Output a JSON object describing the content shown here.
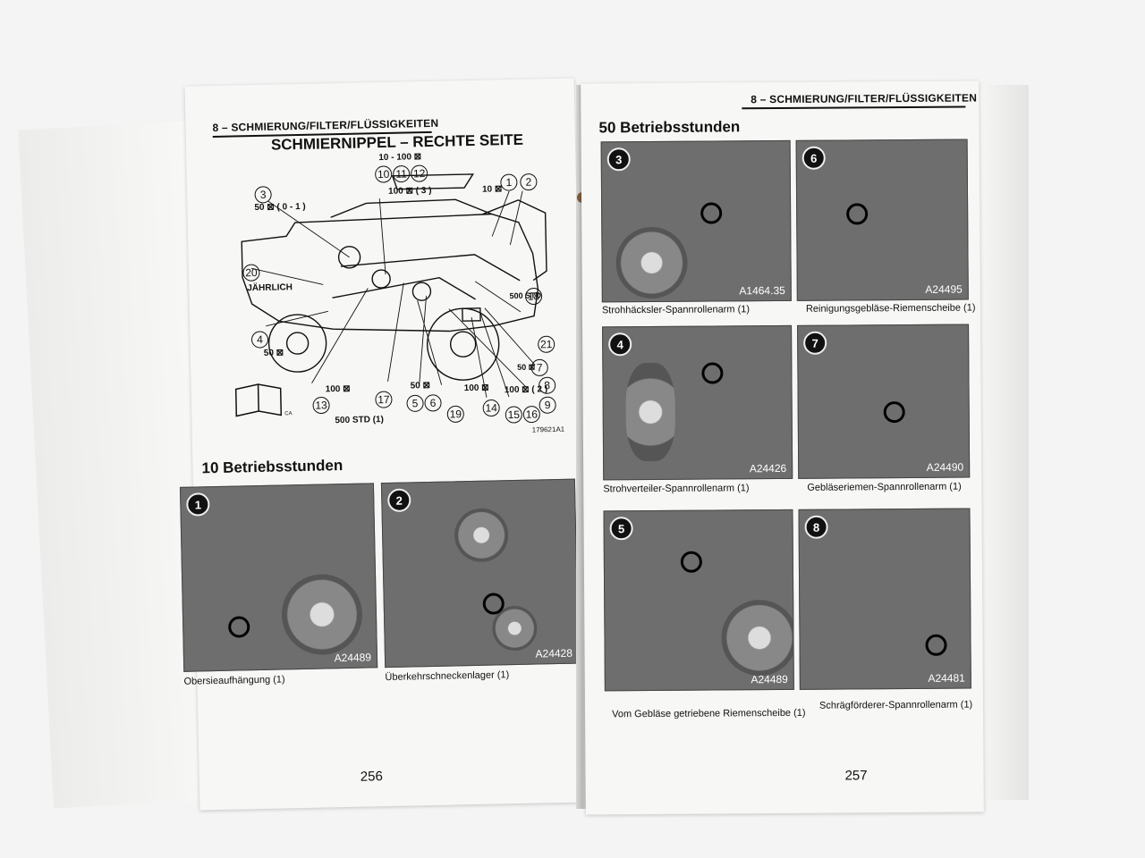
{
  "left_page": {
    "header": "8 – SCHMIERUNG/FILTER/FLÜSSIGKEITEN",
    "title": "SCHMIERNIPPEL – RECHTE SEITE",
    "diagram": {
      "labels": {
        "top_interval": "10 - 100 ⊠",
        "mid_interval": "100 ⊠ ( 3 )",
        "n10": "10",
        "n11": "11",
        "n12": "12",
        "right_10": "10 ⊠",
        "n1": "1",
        "n2": "2",
        "n3": "3",
        "n3_interval": "50 ⊠ ( 0 - 1 )",
        "n20": "20",
        "yearly": "JÄHRLICH",
        "std500_right": "500 STD",
        "n18": "18",
        "n4": "4",
        "n4_interval": "50 ⊠",
        "n21": "21",
        "n7": "7",
        "n7_interval": "50 ⊠",
        "n8": "8",
        "n9": "9",
        "n13": "13",
        "n13_interval": "100 ⊠",
        "n17": "17",
        "n56_interval": "50 ⊠",
        "n5": "5",
        "n6": "6",
        "n19": "19",
        "n14": "14",
        "n14_interval": "100 ⊠",
        "n1516_interval": "100 ⊠ ( 2 )",
        "n15": "15",
        "n16": "16",
        "std500_bottom": "500 STD (1)",
        "ref": "179621A1",
        "book_ca": "CA"
      }
    },
    "section": "10 Betriebsstunden",
    "photos": [
      {
        "num": "1",
        "code": "A24489",
        "caption": "Obersieaufhängung (1)"
      },
      {
        "num": "2",
        "code": "A24428",
        "caption": "Überkehrschneckenlager (1)"
      }
    ],
    "page_number": "256"
  },
  "right_page": {
    "header": "8 – SCHMIERUNG/FILTER/FLÜSSIGKEITEN",
    "section": "50 Betriebsstunden",
    "photos": [
      {
        "num": "3",
        "code": "A1464.35",
        "caption": "Strohhäcksler-Spannrollenarm (1)"
      },
      {
        "num": "6",
        "code": "A24495",
        "caption": "Reinigungsgebläse-Riemenscheibe (1)"
      },
      {
        "num": "4",
        "code": "A24426",
        "caption": "Strohverteiler-Spannrollenarm (1)"
      },
      {
        "num": "7",
        "code": "A24490",
        "caption": "Gebläseriemen-Spannrollenarm (1)"
      },
      {
        "num": "5",
        "code": "A24489",
        "caption": "Vom Gebläse getriebene Riemenscheibe (1)"
      },
      {
        "num": "8",
        "code": "A24481",
        "caption": "Schrägförderer-Spannrollenarm (1)"
      }
    ],
    "page_number": "257"
  }
}
